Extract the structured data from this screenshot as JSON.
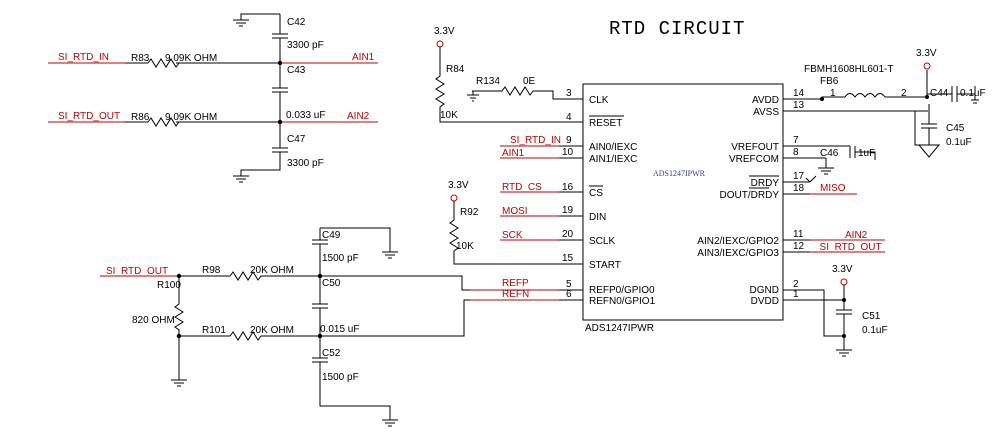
{
  "title": "RTD CIRCUIT",
  "chip": {
    "ref": "ADS1247IPWR",
    "body_label": "ADS1247IPWR",
    "pins_left": [
      {
        "num": "3",
        "name": "CLK"
      },
      {
        "num": "4",
        "name": "RESET"
      },
      {
        "num": "9",
        "name": "AIN0/IEXC"
      },
      {
        "num": "10",
        "name": "AIN1/IEXC"
      },
      {
        "num": "16",
        "name": "CS"
      },
      {
        "num": "19",
        "name": "DIN"
      },
      {
        "num": "20",
        "name": "SCLK"
      },
      {
        "num": "15",
        "name": "START"
      },
      {
        "num": "5",
        "name": "REFP0/GPIO0"
      },
      {
        "num": "6",
        "name": "REFN0/GPIO1"
      }
    ],
    "pins_right": [
      {
        "num": "14",
        "name": "AVDD"
      },
      {
        "num": "13",
        "name": "AVSS"
      },
      {
        "num": "7",
        "name": "VREFOUT"
      },
      {
        "num": "8",
        "name": "VREFCOM"
      },
      {
        "num": "17",
        "name": "DRDY"
      },
      {
        "num": "18",
        "name": "DOUT/DRDY"
      },
      {
        "num": "11",
        "name": "AIN2/IEXC/GPIO2"
      },
      {
        "num": "12",
        "name": "AIN3/IEXC/GPIO3"
      },
      {
        "num": "2",
        "name": "DGND"
      },
      {
        "num": "1",
        "name": "DVDD"
      }
    ]
  },
  "nets": {
    "si_rtd_in": "SI_RTD_IN",
    "si_rtd_out": "SI_RTD_OUT",
    "si_rtd_out_right": "_SI_RTD_OUT",
    "ain1": "AIN1",
    "ain2": "AIN2",
    "cs": "RTD_CS",
    "mosi": "MOSI",
    "sck": "SCK",
    "miso": "MISO",
    "refp": "REFP",
    "refn": "REFN"
  },
  "power": {
    "v33_1": "3.3V",
    "v33_2": "3.3V",
    "v33_3": "3.3V",
    "v33_4": "3.3V"
  },
  "components": {
    "C42": {
      "ref": "C42",
      "value": "3300 pF"
    },
    "C43": {
      "ref": "C43",
      "value": "0.033 uF"
    },
    "C47": {
      "ref": "C47",
      "value": "3300 pF"
    },
    "R83": {
      "ref": "R83",
      "value": "9.09K OHM"
    },
    "R86": {
      "ref": "R86",
      "value": "9.09K OHM"
    },
    "R84": {
      "ref": "R84",
      "value": "10K"
    },
    "R134": {
      "ref": "R134",
      "value": "0E"
    },
    "R92": {
      "ref": "R92",
      "value": "10K"
    },
    "R98": {
      "ref": "R98",
      "value": "20K OHM"
    },
    "R100": {
      "ref": "R100",
      "value": "820 OHM"
    },
    "R101": {
      "ref": "R101",
      "value": "20K OHM"
    },
    "C49": {
      "ref": "C49",
      "value": "1500 pF"
    },
    "C50": {
      "ref": "C50",
      "value": "0.015 uF"
    },
    "C52": {
      "ref": "C52",
      "value": "1500 pF"
    },
    "FB6": {
      "ref": "FB6",
      "value": "FBMH1608HL601-T",
      "pin1": "1",
      "pin2": "2"
    },
    "C44": {
      "ref": "C44",
      "value": "0.1uF"
    },
    "C45": {
      "ref": "C45",
      "value": "0.1uF"
    },
    "C46": {
      "ref": "C46",
      "value": "1uF"
    },
    "C51": {
      "ref": "C51",
      "value": "0.1uF"
    }
  }
}
